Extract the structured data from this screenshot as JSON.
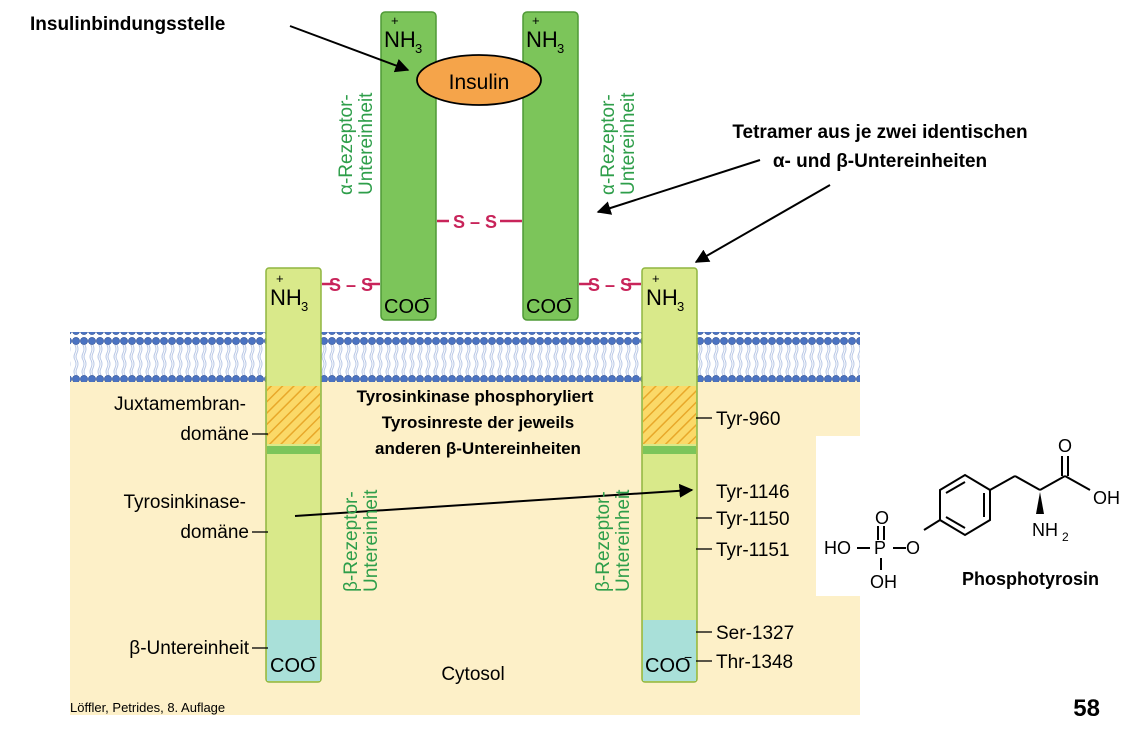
{
  "labels": {
    "insulin_binding_site": "Insulinbindungsstelle",
    "insulin": "Insulin",
    "nh3": "NH",
    "nh3_sub": "3",
    "nh3_plus": "+",
    "coo": "COO",
    "coo_minus": "−",
    "disulfide": "S – S",
    "alpha_subunit_1": "α-Rezeptor-",
    "alpha_subunit_2": "Untereinheit",
    "beta_subunit_1": "β-Rezeptor-",
    "beta_subunit_2": "Untereinheit",
    "tetramer_line1": "Tetramer aus je zwei identischen",
    "tetramer_line2": "α- und β-Untereinheiten",
    "juxta_1": "Juxtamembran-",
    "juxta_2": "domäne",
    "tk_1": "Tyrosinkinase-",
    "tk_2": "domäne",
    "beta_unit": "β-Untereinheit",
    "cytosol": "Cytosol",
    "phospho_line1": "Tyrosinkinase phosphoryliert",
    "phospho_line2": "Tyrosinreste der jeweils",
    "phospho_line3": "anderen β-Untereinheiten",
    "tyr960": "Tyr-960",
    "tyr1146": "Tyr-1146",
    "tyr1150": "Tyr-1150",
    "tyr1151": "Tyr-1151",
    "ser1327": "Ser-1327",
    "thr1348": "Thr-1348",
    "citation": "Löffler, Petrides, 8. Auflage",
    "page_number": "58"
  },
  "structure": {
    "name": "Phosphotyrosin",
    "ho_p": "HO",
    "p": "P",
    "o": "O",
    "oh": "OH",
    "nh2": "NH",
    "nh2_sub": "2"
  },
  "colors": {
    "alpha_green": "#7cc55a",
    "beta_green": "#d9e98a",
    "disulfide_red": "#c8245a",
    "label_green": "#2e9e4a",
    "cytosol": "#fdf0c8",
    "membrane_blue": "#3a62b0",
    "coo_cyan": "#a9e0d9",
    "insulin_orange": "#f5a44a"
  }
}
